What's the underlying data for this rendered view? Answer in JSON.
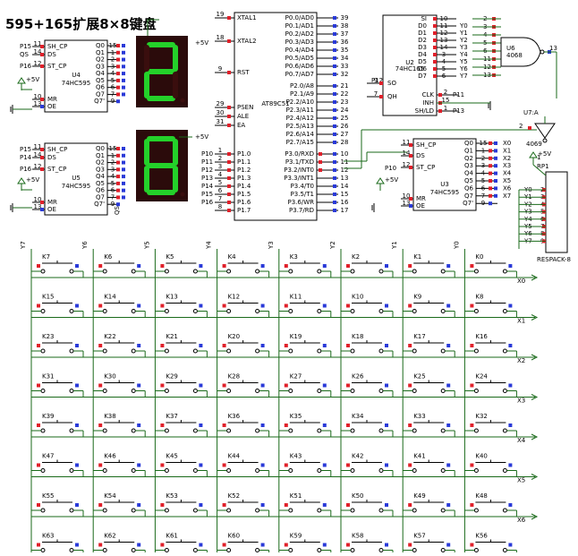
{
  "title": "595+165扩展8×8键盘",
  "colors": {
    "wire": "#1a6a1a",
    "pin_red": "#e0202a",
    "pin_blue": "#2a3ad8",
    "seg_on": "#24d12a",
    "seg_off": "#3a0e0e",
    "seg_bg": "#2b0b0b"
  },
  "power_label": "+5V",
  "chips": {
    "mcu": {
      "part": "AT89C51",
      "left_pins": [
        {
          "num": "19",
          "name": "XTAL1"
        },
        {
          "num": "18",
          "name": "XTAL2"
        },
        {
          "num": "9",
          "name": "RST"
        },
        {
          "num": "29",
          "name": "PSEN"
        },
        {
          "num": "30",
          "name": "ALE"
        },
        {
          "num": "31",
          "name": "EA"
        },
        {
          "num": "1",
          "name": "P1.0"
        },
        {
          "num": "2",
          "name": "P1.1"
        },
        {
          "num": "3",
          "name": "P1.2"
        },
        {
          "num": "4",
          "name": "P1.3"
        },
        {
          "num": "5",
          "name": "P1.4"
        },
        {
          "num": "6",
          "name": "P1.5"
        },
        {
          "num": "7",
          "name": "P1.6"
        },
        {
          "num": "8",
          "name": "P1.7"
        }
      ],
      "left_nets": [
        "P10",
        "P11",
        "P12",
        "P13",
        "P14",
        "P15",
        "P16"
      ],
      "right_pins": [
        {
          "num": "39",
          "name": "P0.0/AD0"
        },
        {
          "num": "38",
          "name": "P0.1/AD1"
        },
        {
          "num": "37",
          "name": "P0.2/AD2"
        },
        {
          "num": "36",
          "name": "P0.3/AD3"
        },
        {
          "num": "35",
          "name": "P0.4/AD4"
        },
        {
          "num": "34",
          "name": "P0.5/AD5"
        },
        {
          "num": "33",
          "name": "P0.6/AD6"
        },
        {
          "num": "32",
          "name": "P0.7/AD7"
        },
        {
          "num": "21",
          "name": "P2.0/A8"
        },
        {
          "num": "22",
          "name": "P2.1/A9"
        },
        {
          "num": "23",
          "name": "P2.2/A10"
        },
        {
          "num": "24",
          "name": "P2.3/A11"
        },
        {
          "num": "25",
          "name": "P2.4/A12"
        },
        {
          "num": "26",
          "name": "P2.5/A13"
        },
        {
          "num": "27",
          "name": "P2.6/A14"
        },
        {
          "num": "28",
          "name": "P2.7/A15"
        },
        {
          "num": "10",
          "name": "P3.0/RXD"
        },
        {
          "num": "11",
          "name": "P3.1/TXD"
        },
        {
          "num": "12",
          "name": "P3.2/INT0"
        },
        {
          "num": "13",
          "name": "P3.3/INT1"
        },
        {
          "num": "14",
          "name": "P3.4/T0"
        },
        {
          "num": "15",
          "name": "P3.5/T1"
        },
        {
          "num": "16",
          "name": "P3.6/WR"
        },
        {
          "num": "17",
          "name": "P3.7/RD"
        }
      ]
    },
    "u4": {
      "ref": "U4",
      "part": "74HC595",
      "in_pins": [
        {
          "num": "11",
          "name": "SH_CP"
        },
        {
          "num": "14",
          "name": "DS"
        },
        {
          "num": "12",
          "name": "ST_CP"
        }
      ],
      "ctl_pins": [
        {
          "num": "10",
          "name": "MR"
        },
        {
          "num": "13",
          "name": "OE"
        }
      ],
      "out_pins": [
        {
          "num": "15",
          "name": "Q0"
        },
        {
          "num": "1",
          "name": "Q1"
        },
        {
          "num": "2",
          "name": "Q2"
        },
        {
          "num": "3",
          "name": "Q3"
        },
        {
          "num": "4",
          "name": "Q4"
        },
        {
          "num": "5",
          "name": "Q5"
        },
        {
          "num": "6",
          "name": "Q6"
        },
        {
          "num": "7",
          "name": "Q7"
        },
        {
          "num": "9",
          "name": "Q7'"
        }
      ],
      "in_nets": [
        "P15",
        "QS",
        "P16"
      ]
    },
    "u5": {
      "ref": "U5",
      "part": "74HC595",
      "in_pins": [
        {
          "num": "11",
          "name": "SH_CP"
        },
        {
          "num": "14",
          "name": "DS"
        },
        {
          "num": "12",
          "name": "ST_CP"
        }
      ],
      "ctl_pins": [
        {
          "num": "10",
          "name": "MR"
        },
        {
          "num": "13",
          "name": "OE"
        }
      ],
      "out_pins": [
        {
          "num": "15",
          "name": "Q0"
        },
        {
          "num": "1",
          "name": "Q1"
        },
        {
          "num": "2",
          "name": "Q2"
        },
        {
          "num": "3",
          "name": "Q3"
        },
        {
          "num": "4",
          "name": "Q4"
        },
        {
          "num": "5",
          "name": "Q5"
        },
        {
          "num": "6",
          "name": "Q6"
        },
        {
          "num": "7",
          "name": "Q7"
        },
        {
          "num": "9",
          "name": "Q7'"
        }
      ],
      "in_nets": [
        "P15",
        "P14",
        "P16"
      ],
      "q7_net": "QS"
    },
    "u3": {
      "ref": "U3",
      "part": "74HC595",
      "in_pins": [
        {
          "num": "11",
          "name": "SH_CP"
        },
        {
          "num": "14",
          "name": "DS"
        },
        {
          "num": "12",
          "name": "ST_CP"
        }
      ],
      "ctl_pins": [
        {
          "num": "10",
          "name": "MR"
        },
        {
          "num": "13",
          "name": "OE"
        }
      ],
      "out_pins": [
        {
          "num": "15",
          "name": "Q0"
        },
        {
          "num": "1",
          "name": "Q1"
        },
        {
          "num": "2",
          "name": "Q2"
        },
        {
          "num": "3",
          "name": "Q3"
        },
        {
          "num": "4",
          "name": "Q4"
        },
        {
          "num": "5",
          "name": "Q5"
        },
        {
          "num": "6",
          "name": "Q6"
        },
        {
          "num": "7",
          "name": "Q7"
        },
        {
          "num": "9",
          "name": "Q7'"
        }
      ],
      "in_nets": [
        "",
        "P10",
        ""
      ],
      "out_nets": [
        "X0",
        "X1",
        "X2",
        "X3",
        "X4",
        "X5",
        "X6",
        "X7"
      ]
    },
    "u2": {
      "ref": "U2",
      "part": "74HC165",
      "d_pins": [
        {
          "num": "10",
          "name": "SI"
        },
        {
          "num": "11",
          "name": "D0"
        },
        {
          "num": "12",
          "name": "D1"
        },
        {
          "num": "13",
          "name": "D2"
        },
        {
          "num": "14",
          "name": "D3"
        },
        {
          "num": "3",
          "name": "D4"
        },
        {
          "num": "4",
          "name": "D5"
        },
        {
          "num": "5",
          "name": "D6"
        },
        {
          "num": "6",
          "name": "D7"
        }
      ],
      "d_nets": [
        "Y0",
        "Y1",
        "Y2",
        "Y3",
        "Y4",
        "Y5",
        "Y6",
        "Y7"
      ],
      "q_pins": [
        {
          "num": "9",
          "name": "SO"
        },
        {
          "num": "7",
          "name": "QH"
        }
      ],
      "ctl_pins": [
        {
          "num": "2",
          "name": "CLK"
        },
        {
          "num": "15",
          "name": "INH"
        },
        {
          "num": "1",
          "name": "SH/LD"
        }
      ],
      "ctl_nets": [
        "P11",
        "",
        "P13"
      ],
      "so_net": "P12",
      "right_nums": [
        "2",
        "3",
        "4",
        "5",
        "6",
        "11",
        "12",
        "13"
      ]
    },
    "u6": {
      "ref": "U6",
      "part": "4068",
      "out_pin": "13"
    },
    "u7": {
      "ref": "U7:A",
      "part": "4069",
      "in_pin": "2",
      "out_pin": "1"
    },
    "rp1": {
      "ref": "RP1",
      "part": "RESPACK-8",
      "nets": [
        "Y0",
        "Y1",
        "Y2",
        "Y3",
        "Y4",
        "Y5",
        "Y6",
        "Y7"
      ],
      "pins": [
        "2",
        "3",
        "4",
        "5",
        "6",
        "7",
        "8",
        "9"
      ]
    }
  },
  "displays": [
    {
      "digit": "2"
    },
    {
      "digit": "8"
    }
  ],
  "keypad": {
    "col_labels": [
      "Y7",
      "Y6",
      "Y5",
      "Y4",
      "Y3",
      "Y2",
      "Y1",
      "Y0"
    ],
    "row_labels": [
      "X0",
      "X1",
      "X2",
      "X3",
      "X4",
      "X5",
      "X6",
      "X7"
    ],
    "keys": [
      [
        "K7",
        "K6",
        "K5",
        "K4",
        "K3",
        "K2",
        "K1",
        "K0"
      ],
      [
        "K15",
        "K14",
        "K13",
        "K12",
        "K11",
        "K10",
        "K9",
        "K8"
      ],
      [
        "K23",
        "K22",
        "K21",
        "K20",
        "K19",
        "K18",
        "K17",
        "K16"
      ],
      [
        "K31",
        "K30",
        "K29",
        "K28",
        "K27",
        "K26",
        "K25",
        "K24"
      ],
      [
        "K39",
        "K38",
        "K37",
        "K36",
        "K35",
        "K34",
        "K33",
        "K32"
      ],
      [
        "K47",
        "K46",
        "K45",
        "K44",
        "K43",
        "K42",
        "K41",
        "K40"
      ],
      [
        "K55",
        "K54",
        "K53",
        "K52",
        "K51",
        "K50",
        "K49",
        "K48"
      ],
      [
        "K63",
        "K62",
        "K61",
        "K60",
        "K59",
        "K58",
        "K57",
        "K56"
      ]
    ]
  }
}
